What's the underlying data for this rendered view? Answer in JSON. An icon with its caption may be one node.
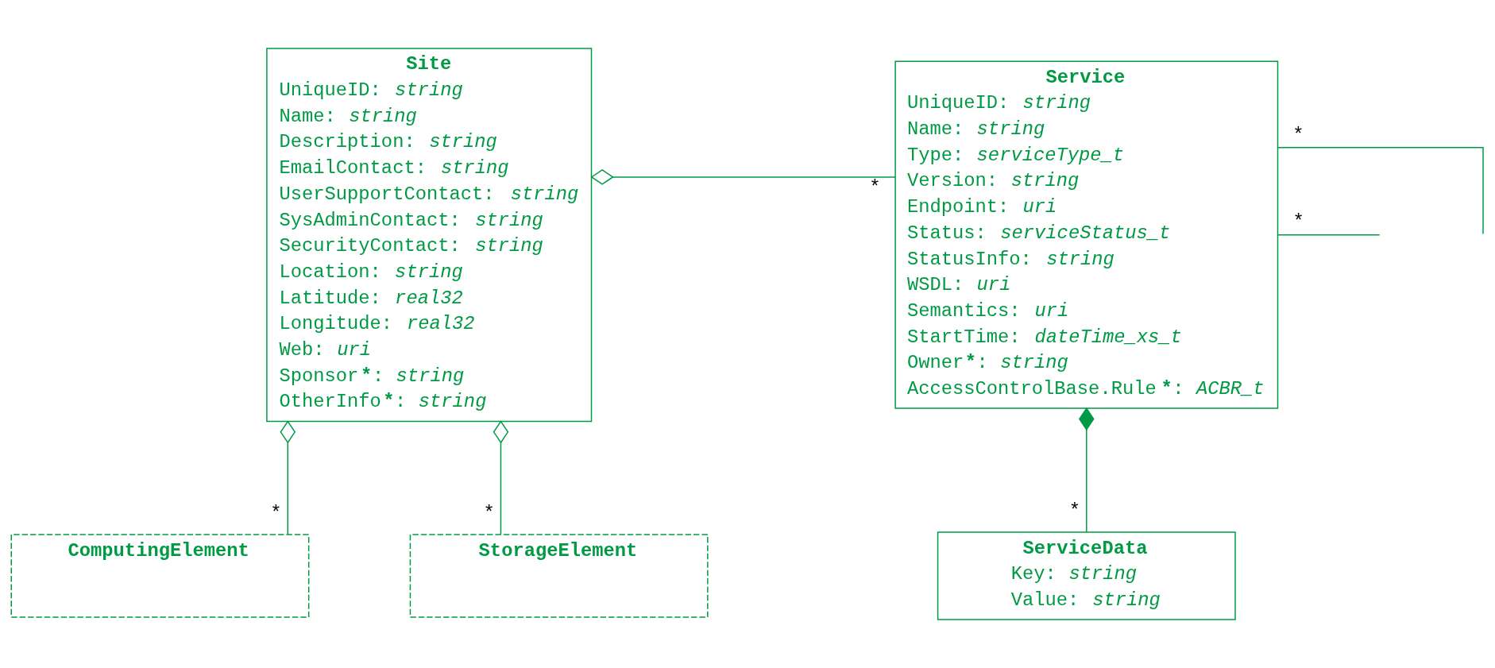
{
  "diagram": {
    "nodes": [
      {
        "text": [
          "Site",
          "UniqueID: string",
          "Name: string",
          "Description: string",
          "EmailContact: string",
          "UserSupportContact: string",
          "SysAdminContact: string",
          "SecurityContact: string",
          "Location: string",
          "Latitude: real32",
          "Longitude: real32",
          "Web: uri",
          "Sponsor*: string",
          "OtherInfo*: string"
        ]
      },
      {
        "text": [
          "Service",
          "UniqueID: string",
          "Name: string",
          "Type: serviceType_t",
          "Version: string",
          "Endpoint: uri",
          "Status: serviceStatus_t",
          "StatusInfo: string",
          "WSDL: uri",
          "Semantics: uri",
          "StartTime: dateTime_xs_t",
          "Owner*: string",
          "AccessControlBase.Rule*: ACBR_t"
        ]
      },
      {
        "text": [
          "ComputingElement"
        ]
      },
      {
        "text": [
          "StorageElement"
        ]
      },
      {
        "text": [
          "ServiceData",
          "Key: string",
          "Value: string"
        ]
      }
    ],
    "edges": [
      {
        "from": 0,
        "to": 2,
        "arrow": "other",
        "label": "*"
      },
      {
        "from": 0,
        "to": 3,
        "arrow": "other",
        "label": "*"
      },
      {
        "from": 0,
        "to": 1,
        "arrow": "other",
        "label": "*"
      },
      {
        "from": 1,
        "to": 4,
        "arrow": "other",
        "label": "*"
      },
      {
        "from": 1,
        "to": null,
        "arrow": "none",
        "label": "*"
      },
      {
        "from": 1,
        "to": null,
        "arrow": "none",
        "label": "*"
      }
    ]
  }
}
